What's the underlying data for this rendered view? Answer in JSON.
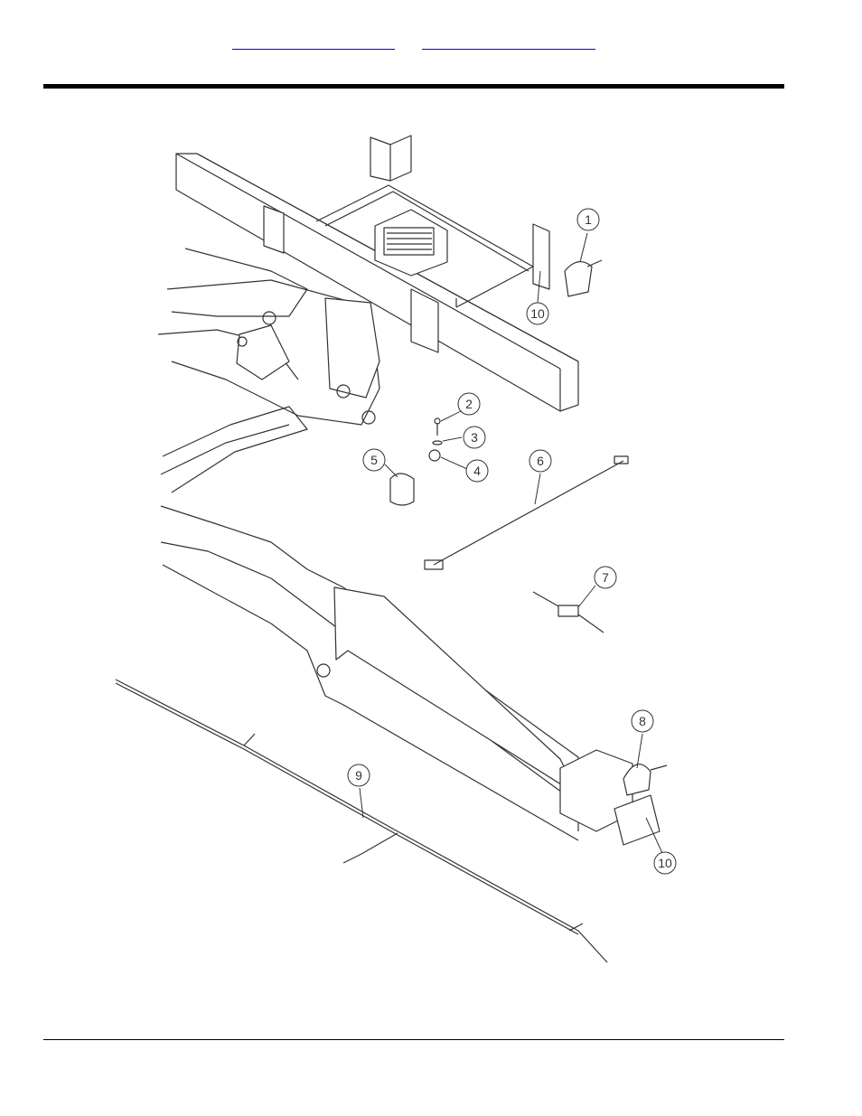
{
  "header": {
    "links": [
      {
        "text": ""
      },
      {
        "text": ""
      }
    ]
  },
  "colors": {
    "link": "#0000ee",
    "rule": "#000000",
    "line": "#333333"
  },
  "callouts": [
    "1",
    "2",
    "3",
    "4",
    "5",
    "6",
    "7",
    "8",
    "9",
    "10",
    "10"
  ]
}
